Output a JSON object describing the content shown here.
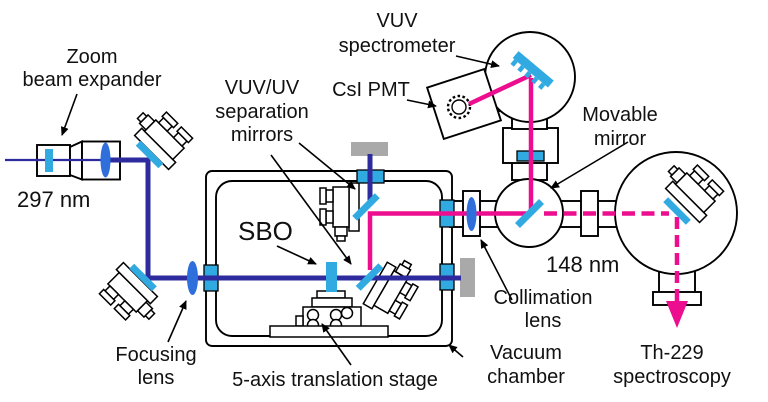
{
  "labels": {
    "zoom_beam_expander_1": "Zoom",
    "zoom_beam_expander_2": "beam expander",
    "nm297": "297 nm",
    "separation_mirrors_1": "VUV/UV",
    "separation_mirrors_2": "separation",
    "separation_mirrors_3": "mirrors",
    "csi_pmt": "CsI PMT",
    "vuv_spectrometer_1": "VUV",
    "vuv_spectrometer_2": "spectrometer",
    "movable_mirror_1": "Movable",
    "movable_mirror_2": "mirror",
    "sbo": "SBO",
    "nm148": "148 nm",
    "collimation_lens_1": "Collimation",
    "collimation_lens_2": "lens",
    "focusing_lens_1": "Focusing",
    "focusing_lens_2": "lens",
    "translation_stage": "5-axis translation stage",
    "vacuum_chamber_1": "Vacuum",
    "vacuum_chamber_2": "chamber",
    "th229_1": "Th-229",
    "th229_2": "spectroscopy"
  },
  "colors": {
    "uv_beam": "#2e2b9e",
    "vuv_beam": "#ec0e8f",
    "optic": "#31aae2",
    "lens": "#2f6fdc",
    "sbo_text": "#f01313",
    "dump": "#a9a9a9"
  }
}
